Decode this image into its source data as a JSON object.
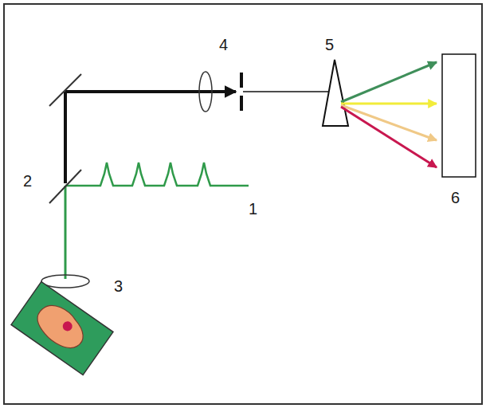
{
  "diagram": {
    "labels": [
      "4",
      "5",
      "2",
      "1",
      "3",
      "6"
    ]
  }
}
